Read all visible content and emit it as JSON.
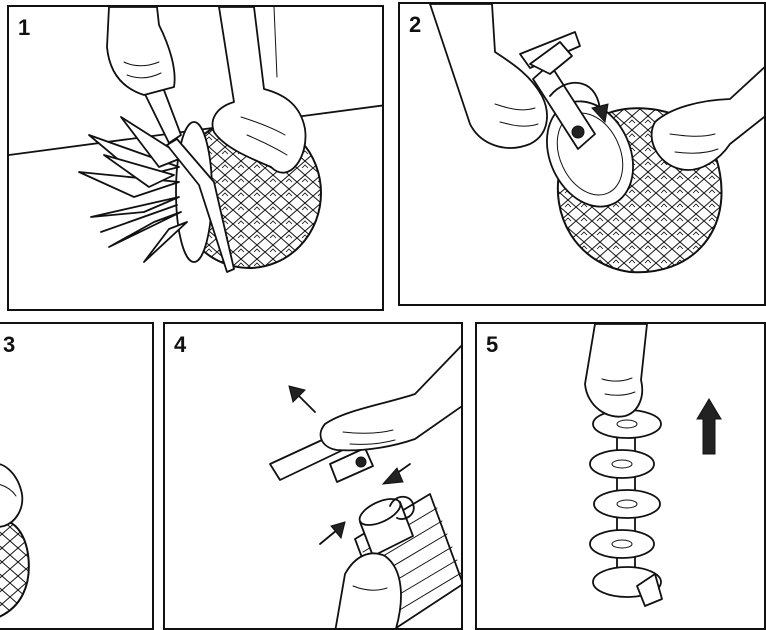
{
  "steps": [
    {
      "number": "1"
    },
    {
      "number": "2"
    },
    {
      "number": "3"
    },
    {
      "number": "4"
    },
    {
      "number": "5"
    }
  ]
}
